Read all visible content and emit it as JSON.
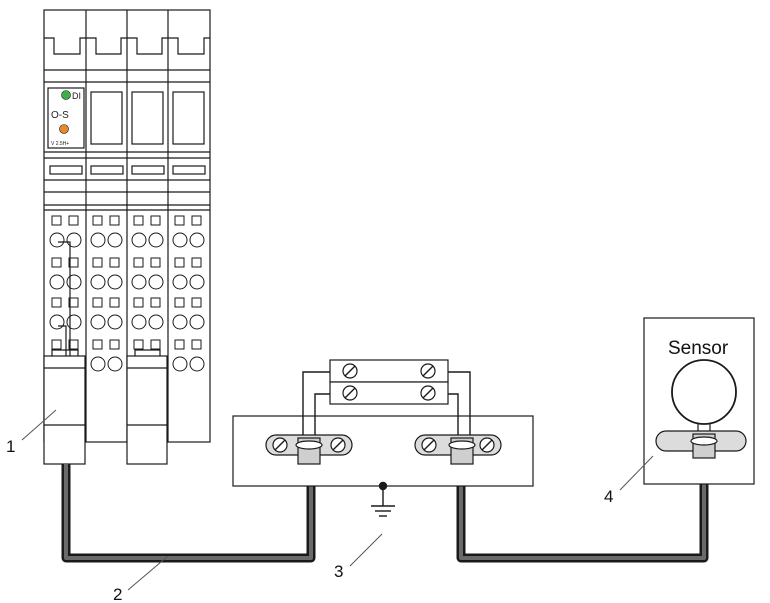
{
  "module": {
    "channel_label": "DI",
    "status_label": "O-S",
    "version_label": "V 2.5H+",
    "led_green": "#3fae49",
    "led_orange": "#e58a2b"
  },
  "sensor": {
    "label": "Sensor"
  },
  "callouts": [
    {
      "number": "1",
      "meaning": ""
    },
    {
      "number": "2",
      "meaning": ""
    },
    {
      "number": "3",
      "meaning": ""
    },
    {
      "number": "4",
      "meaning": ""
    }
  ],
  "colors": {
    "line": "#1a1a1a",
    "cable_fill": "#444444",
    "clamp_fill": "#dcdcdc",
    "housing_fill": "#ffffff"
  },
  "icons": [
    "ground-symbol-icon",
    "screw-terminal-icon",
    "shield-clamp-icon",
    "sensor-element-icon"
  ]
}
